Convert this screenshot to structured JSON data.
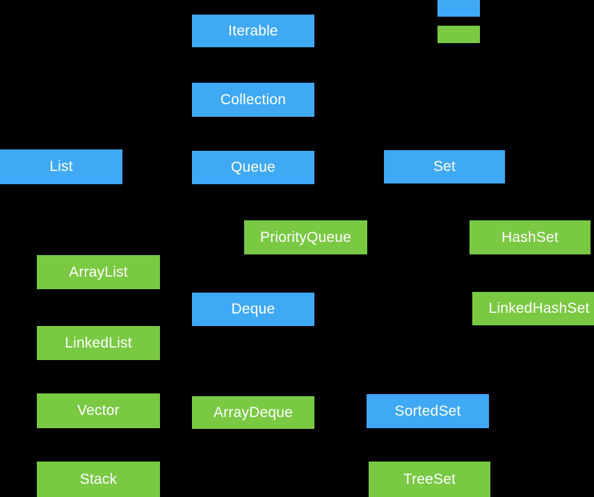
{
  "diagram": {
    "colors": {
      "background": "#000000",
      "interface_box": "#3FA9F5",
      "class_box": "#7AC943",
      "box_text": "#FFFFFF"
    },
    "legend": {
      "interface_swatch_color": "#3FA9F5",
      "class_swatch_color": "#7AC943"
    },
    "nodes": {
      "iterable": {
        "label": "Iterable",
        "kind": "interface"
      },
      "collection": {
        "label": "Collection",
        "kind": "interface"
      },
      "list": {
        "label": "List",
        "kind": "interface"
      },
      "queue": {
        "label": "Queue",
        "kind": "interface"
      },
      "set": {
        "label": "Set",
        "kind": "interface"
      },
      "priorityqueue": {
        "label": "PriorityQueue",
        "kind": "class"
      },
      "hashset": {
        "label": "HashSet",
        "kind": "class"
      },
      "arraylist": {
        "label": "ArrayList",
        "kind": "class"
      },
      "deque": {
        "label": "Deque",
        "kind": "interface"
      },
      "linkedhashset": {
        "label": "LinkedHashSet",
        "kind": "class"
      },
      "linkedlist": {
        "label": "LinkedList",
        "kind": "class"
      },
      "vector": {
        "label": "Vector",
        "kind": "class"
      },
      "arraydeque": {
        "label": "ArrayDeque",
        "kind": "class"
      },
      "sortedset": {
        "label": "SortedSet",
        "kind": "interface"
      },
      "stack": {
        "label": "Stack",
        "kind": "class"
      },
      "treeset": {
        "label": "TreeSet",
        "kind": "class"
      }
    }
  }
}
